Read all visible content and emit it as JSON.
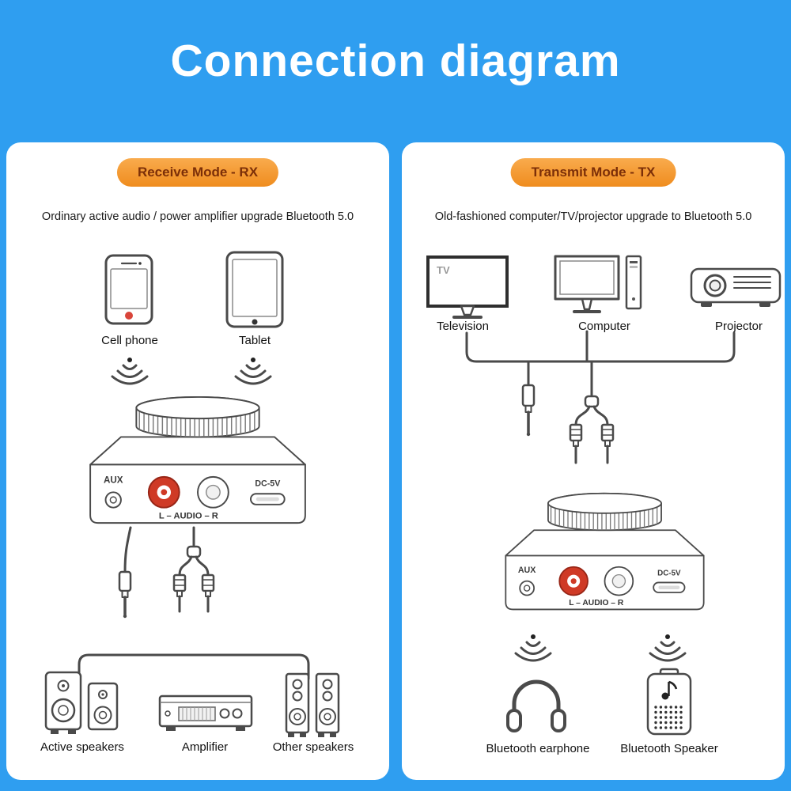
{
  "title": "Connection diagram",
  "rx": {
    "badge": "Receive Mode - RX",
    "subtitle": "Ordinary active audio / power amplifier upgrade Bluetooth 5.0",
    "cell_phone": "Cell phone",
    "tablet": "Tablet",
    "active_speakers": "Active speakers",
    "amplifier": "Amplifier",
    "other_speakers": "Other speakers"
  },
  "tx": {
    "badge": "Transmit Mode - TX",
    "subtitle": "Old-fashioned computer/TV/projector upgrade to Bluetooth 5.0",
    "television": "Television",
    "computer": "Computer",
    "projector": "Projector",
    "tv_screen_text": "TV",
    "bt_earphone": "Bluetooth earphone",
    "bt_speaker": "Bluetooth Speaker"
  },
  "device": {
    "aux_label": "AUX",
    "audio_label": "L – AUDIO – R",
    "power_label": "DC-5V"
  },
  "colors": {
    "background": "#2f9ef0",
    "panel": "#ffffff",
    "badge_fill": "#f49a33",
    "badge_text": "#7c2f08",
    "outline": "#4a4a4a",
    "rca_red": "#cf3a26"
  }
}
